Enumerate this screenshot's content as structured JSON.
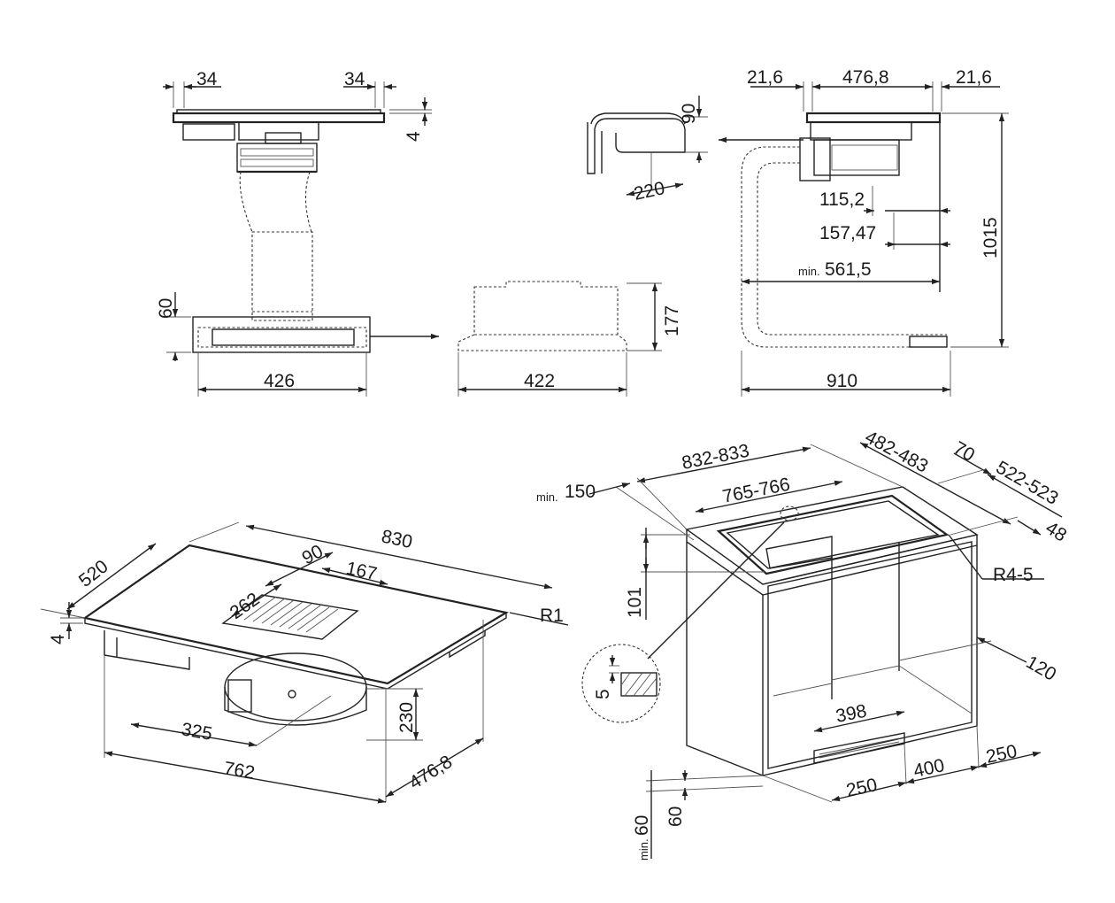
{
  "dims": {
    "top_left_34a": "34",
    "top_left_34b": "34",
    "top_left_4": "4",
    "left_60": "60",
    "left_426": "426",
    "mid_177": "177",
    "mid_422": "422",
    "r_21_6a": "21,6",
    "r_476_8": "476,8",
    "r_21_6b": "21,6",
    "elbow_90": "90",
    "elbow_220": "220",
    "r_115_2": "115,2",
    "r_157_47": "157,47",
    "r_min": "min.",
    "r_561_5": "561,5",
    "r_1015": "1015",
    "r_910": "910",
    "b_520": "520",
    "b_830": "830",
    "b_90": "90",
    "b_167": "167",
    "b_262": "262",
    "b_R1": "R1",
    "b_4": "4",
    "b_230": "230",
    "b_325": "325",
    "b_762": "762",
    "b_476_8": "476,8",
    "c_832_833": "832-833",
    "c_482_483": "482-483",
    "c_70": "70",
    "c_522_523": "522-523",
    "c_min150_min": "min.",
    "c_min150_val": "150",
    "c_765_766": "765-766",
    "c_48": "48",
    "c_R4_5": "R4-5",
    "c_101": "101",
    "c_5": "5",
    "c_120": "120",
    "c_398": "398",
    "c_250a": "250",
    "c_400": "400",
    "c_250b": "250",
    "c_60": "60",
    "c_min60_min": "min.",
    "c_min60_val": "60"
  }
}
